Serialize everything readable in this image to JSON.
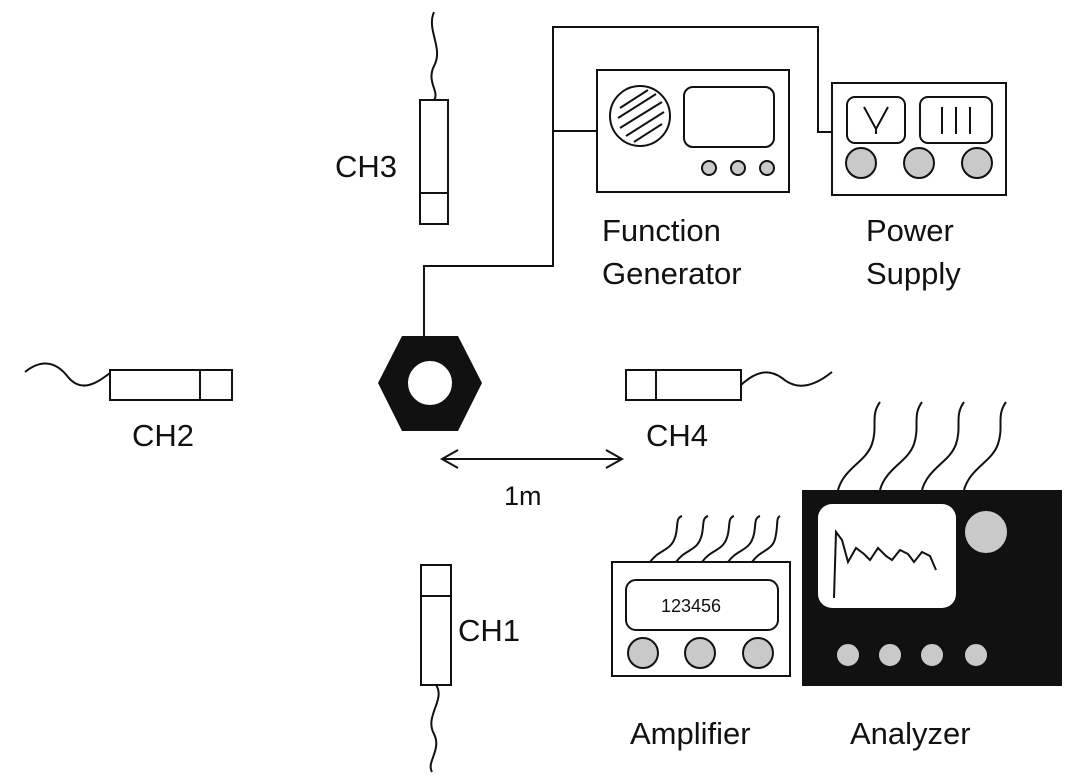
{
  "sensors": {
    "ch1": "CH1",
    "ch2": "CH2",
    "ch3": "CH3",
    "ch4": "CH4"
  },
  "distance_label": "1m",
  "equipment": {
    "function_generator": [
      "Function",
      "Generator"
    ],
    "power_supply": [
      "Power",
      "Supply"
    ],
    "amplifier": "Amplifier",
    "analyzer": "Analyzer",
    "amplifier_display": "123456"
  },
  "colors": {
    "line": "#111111",
    "knob": "#c9c9c9",
    "analyzer_body": "#111111"
  }
}
